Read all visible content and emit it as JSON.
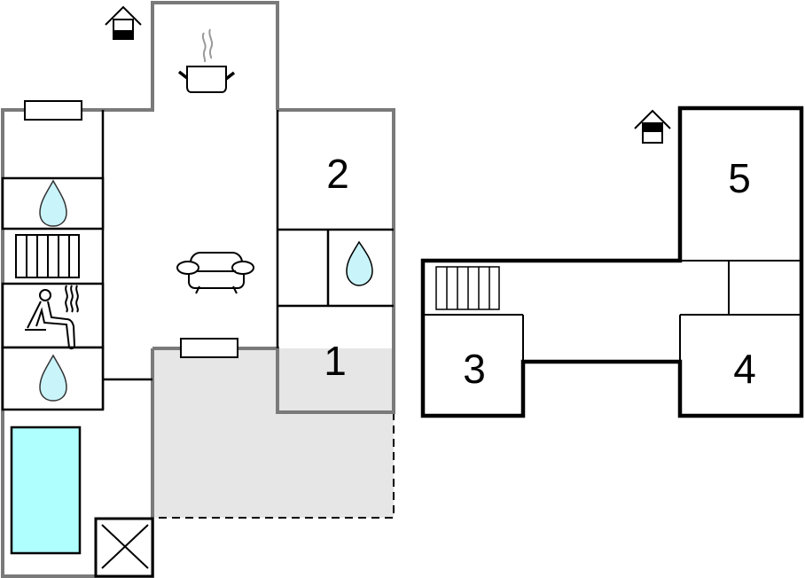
{
  "floorplan": {
    "ground_floor": {
      "rooms": [
        {
          "label": "1"
        },
        {
          "label": "2"
        }
      ],
      "icons": [
        "entrance-icon",
        "kitchen-pot-icon",
        "sofa-icon",
        "shower-icon",
        "shower-icon",
        "shower-icon",
        "radiator-icon",
        "sauna-icon",
        "pool-icon",
        "shaft-icon"
      ]
    },
    "upper_floor": {
      "rooms": [
        {
          "label": "3"
        },
        {
          "label": "4"
        },
        {
          "label": "5"
        }
      ],
      "icons": [
        "entrance-icon",
        "stairs-icon"
      ]
    },
    "colors": {
      "wall_outer": "#7a7a7a",
      "wall_inner": "#000000",
      "terrace": "#e6e6e6",
      "water": "#c8f4fa",
      "pool": "#b0ffff"
    }
  }
}
